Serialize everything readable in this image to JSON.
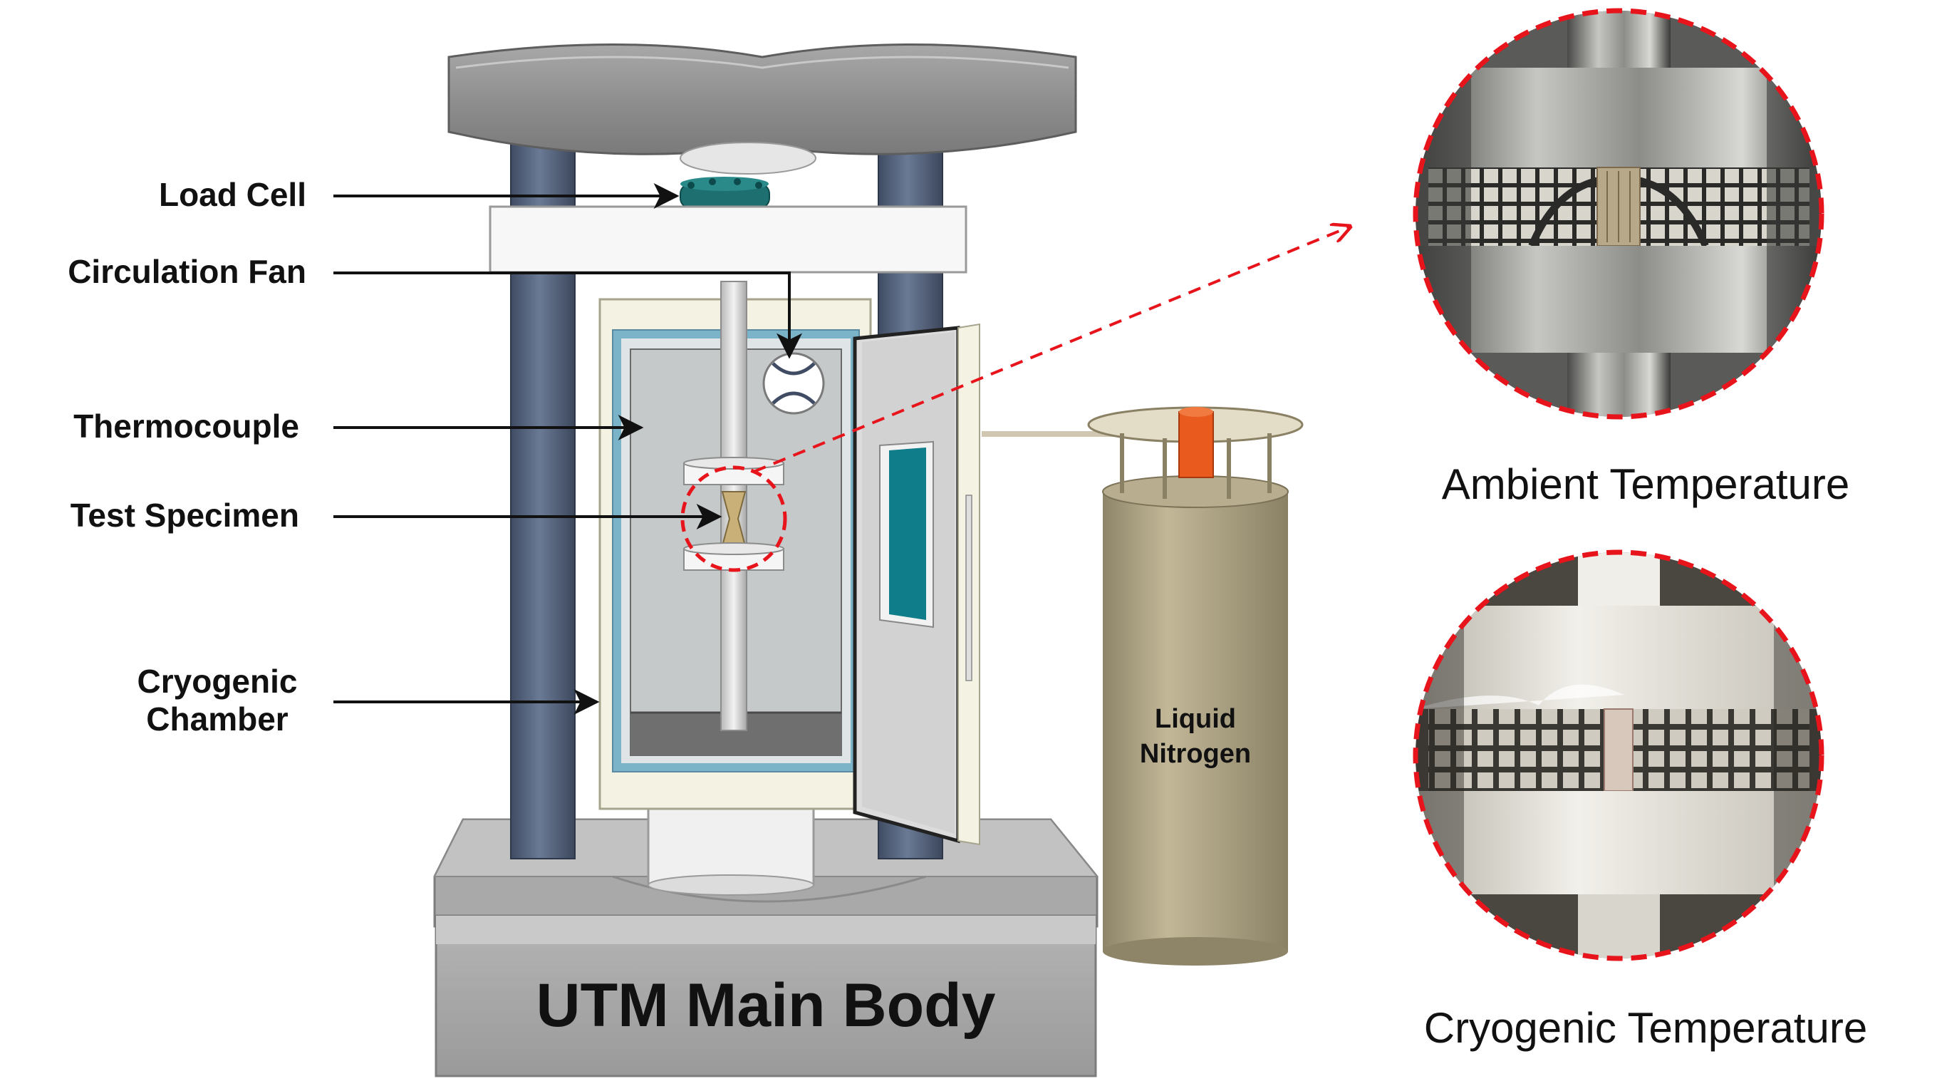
{
  "labels": {
    "load_cell": "Load Cell",
    "circulation_fan": "Circulation Fan",
    "thermocouple": "Thermocouple",
    "test_specimen": "Test Specimen",
    "cryogenic_chamber_line1": "Cryogenic",
    "cryogenic_chamber_line2": "Chamber",
    "liquid_nitrogen_line1": "Liquid",
    "liquid_nitrogen_line2": "Nitrogen",
    "utm_main_body": "UTM Main Body"
  },
  "captions": {
    "ambient": "Ambient Temperature",
    "cryogenic": "Cryogenic Temperature"
  },
  "colors": {
    "frame_gray": "#9a9a9a",
    "column_blue": "#5a6a85",
    "chamber_cream": "#f4f2e2",
    "window_teal": "#0f7d8a",
    "tank_khaki": "#b3a88c",
    "valve_orange": "#e85a1e",
    "highlight_red": "#e8141c",
    "specimen_gold": "#c8b078"
  },
  "icons": {
    "fan": "circulation-fan-icon",
    "zoom_arrow": "dashed-arrow-icon"
  }
}
